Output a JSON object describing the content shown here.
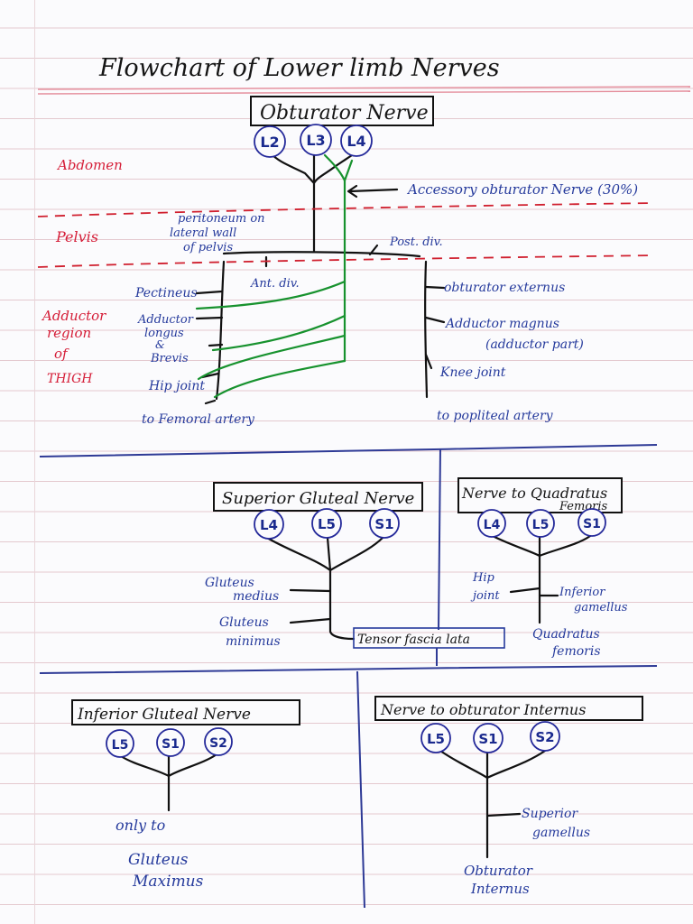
{
  "title": "Flowchart of Lower limb Nerves",
  "obturator": {
    "title": "Obturator Nerve",
    "roots": [
      "L2",
      "L3",
      "L4"
    ],
    "regions": [
      "Abdomen",
      "Pelvis",
      "Adductor",
      "region",
      "of",
      "THIGH"
    ],
    "accessory": "Accessory obturator Nerve (30%)",
    "peritoneum": [
      "peritoneum on",
      "lateral wall",
      "of pelvis"
    ],
    "post_div": "Post. div.",
    "ant_div": "Ant. div.",
    "left_branches": [
      "Pectineus",
      "Adductor",
      "longus",
      "&",
      "Brevis",
      "Hip joint",
      "to Femoral artery"
    ],
    "right_branches": [
      "obturator externus",
      "Adductor magnus",
      "(adductor part)",
      "Knee joint",
      "to popliteal artery"
    ]
  },
  "superior_gluteal": {
    "title": "Superior Gluteal Nerve",
    "roots": [
      "L4",
      "L5",
      "S1"
    ],
    "branches": [
      "Gluteus",
      "medius",
      "Gluteus",
      "minimus",
      "Tensor fascia lata"
    ]
  },
  "quadratus": {
    "title": [
      "Nerve to Quadratus",
      "Femoris"
    ],
    "roots": [
      "L4",
      "L5",
      "S1"
    ],
    "branches": [
      "Hip",
      "joint",
      "Inferior",
      "gamellus",
      "Quadratus",
      "femoris"
    ]
  },
  "inferior_gluteal": {
    "title": "Inferior Gluteal Nerve",
    "roots": [
      "L5",
      "S1",
      "S2"
    ],
    "note": [
      "only to",
      "Gluteus",
      "Maximus"
    ]
  },
  "obturator_internus": {
    "title": "Nerve to obturator Internus",
    "roots": [
      "L5",
      "S1",
      "S2"
    ],
    "branches": [
      "Superior",
      "gamellus",
      "Obturator",
      "Internus"
    ]
  },
  "colors": {
    "ink": "#111111",
    "blue_ink": "#253a9c",
    "red_ink": "#d51e38",
    "green_ink": "#17922e",
    "page": "#fbfbfd"
  }
}
